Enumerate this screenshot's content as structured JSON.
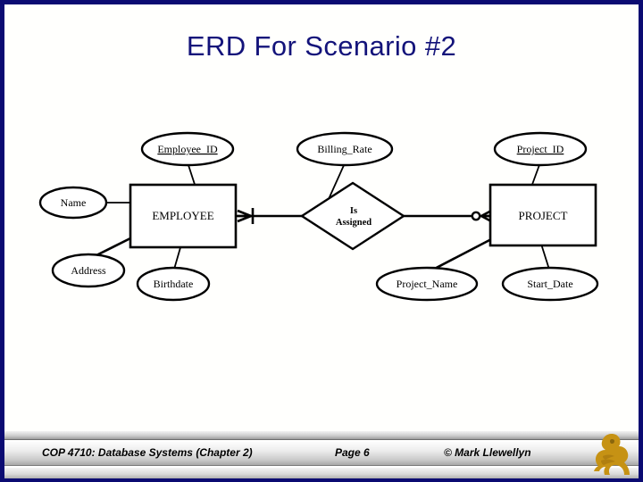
{
  "slide": {
    "title": "ERD For Scenario #2",
    "title_color": "#13137a",
    "frame_color": "#0b0b72",
    "background": "#fffffd"
  },
  "diagram": {
    "type": "entity-relationship-diagram",
    "notation": "crows-foot",
    "entities": [
      {
        "id": "employee",
        "label": "EMPLOYEE",
        "shape": "rectangle"
      },
      {
        "id": "project",
        "label": "PROJECT",
        "shape": "rectangle"
      }
    ],
    "relationships": [
      {
        "id": "is-assigned",
        "label_line1": "Is",
        "label_line2": "Assigned",
        "shape": "diamond",
        "from": "employee",
        "to": "project",
        "from_cardinality": "one-mandatory-many",
        "to_cardinality": "zero-or-many"
      }
    ],
    "attributes": [
      {
        "id": "employee-id",
        "label": "Employee_ID",
        "owner": "employee",
        "key": true,
        "shape": "ellipse"
      },
      {
        "id": "name",
        "label": "Name",
        "owner": "employee",
        "key": false,
        "shape": "ellipse"
      },
      {
        "id": "address",
        "label": "Address",
        "owner": "employee",
        "key": false,
        "shape": "ellipse"
      },
      {
        "id": "birthdate",
        "label": "Birthdate",
        "owner": "employee",
        "key": false,
        "shape": "ellipse"
      },
      {
        "id": "billing-rate",
        "label": "Billing_Rate",
        "owner": "is-assigned",
        "key": false,
        "shape": "ellipse"
      },
      {
        "id": "project-id",
        "label": "Project_ID",
        "owner": "project",
        "key": true,
        "shape": "ellipse"
      },
      {
        "id": "project-name",
        "label": "Project_Name",
        "owner": "project",
        "key": false,
        "shape": "ellipse"
      },
      {
        "id": "start-date",
        "label": "Start_Date",
        "owner": "project",
        "key": false,
        "shape": "ellipse"
      }
    ]
  },
  "footer": {
    "course": "COP 4710: Database Systems  (Chapter 2)",
    "page": "Page 6",
    "copyright": "© Mark Llewellyn",
    "logo_name": "ucf-pegasus-logo",
    "logo_color": "#c69214"
  }
}
